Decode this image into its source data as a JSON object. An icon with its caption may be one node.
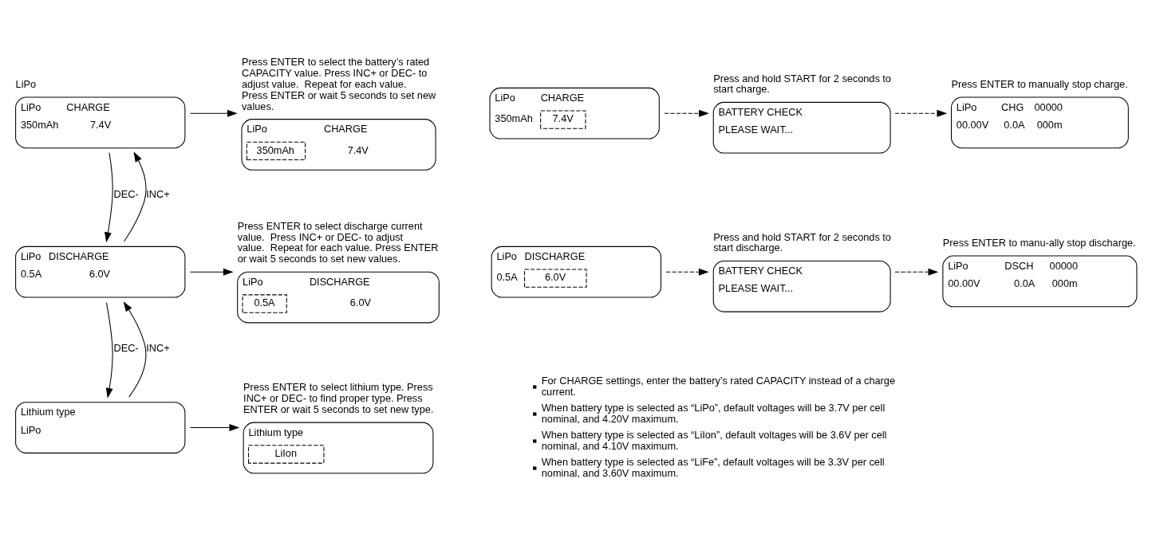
{
  "diagram": {
    "nodes": [
      {
        "text": [
          "LiPo",
          "CHARGE",
          "350mAh",
          "7.4V"
        ],
        "beside": [
          "LiPo"
        ]
      },
      {
        "text": [
          "LiPo",
          "CHARGE",
          "350mAh",
          "7.4V"
        ],
        "beside": [
          "Press ENTER to select the battery’s rated CAPACITY value. Press INC+ or DEC- to adjust value.  Repeat for each value. Press ENTER or wait 5 seconds to set new values."
        ]
      },
      {
        "text": [
          "LiPo",
          "CHARGE",
          "350mAh",
          "7.4V"
        ]
      },
      {
        "text": [
          "BATTERY CHECK",
          "PLEASE WAIT..."
        ],
        "beside": [
          "Press and hold START for 2 seconds to start charge."
        ]
      },
      {
        "text": [
          "LiPo",
          "CHG",
          "00000",
          "00.00V",
          "0.0A",
          "000m"
        ],
        "beside": [
          "Press ENTER to manually stop charge."
        ]
      },
      {
        "text": [
          "LiPo",
          "DISCHARGE",
          "0.5A",
          "6.0V"
        ]
      },
      {
        "text": [
          "LiPo",
          "DISCHARGE",
          "0.5A",
          "6.0V"
        ],
        "beside": [
          "Press ENTER to select discharge current value.  Press INC+ or DEC- to adjust value.  Repeat for each value. Press ENTER or wait 5 seconds to set new values."
        ]
      },
      {
        "text": [
          "LiPo",
          "DISCHARGE",
          "0.5A",
          "6.0V"
        ]
      },
      {
        "text": [
          "BATTERY CHECK",
          "PLEASE WAIT..."
        ],
        "beside": [
          "Press and hold START for 2 seconds to start discharge."
        ]
      },
      {
        "text": [
          "LiPo",
          "DSCH",
          "00000",
          "00.00V",
          "0.0A",
          "000m"
        ],
        "beside": [
          "Press ENTER to manu-ally stop discharge."
        ]
      },
      {
        "text": [
          "Lithium type",
          "LiPo"
        ]
      },
      {
        "text": [
          "Lithium type",
          "LiIon"
        ],
        "beside": [
          "Press ENTER to select lithium type. Press INC+ or DEC- to find proper type. Press ENTER or wait 5 seconds to set new type."
        ]
      }
    ],
    "edges": [
      {
        "from": 0,
        "to": 1,
        "arrow": "to"
      },
      {
        "from": 2,
        "to": 3,
        "arrow": "to",
        "style": "dashed"
      },
      {
        "from": 3,
        "to": 4,
        "arrow": "to",
        "style": "dashed"
      },
      {
        "from": 0,
        "to": 5,
        "arrow": "to",
        "label": "DEC-"
      },
      {
        "from": 5,
        "to": 0,
        "arrow": "to",
        "label": "INC+"
      },
      {
        "from": 5,
        "to": 6,
        "arrow": "to"
      },
      {
        "from": 7,
        "to": 8,
        "arrow": "to",
        "style": "dashed"
      },
      {
        "from": 8,
        "to": 9,
        "arrow": "to",
        "style": "dashed"
      },
      {
        "from": 5,
        "to": 10,
        "arrow": "to",
        "label": "DEC-"
      },
      {
        "from": 10,
        "to": 5,
        "arrow": "to",
        "label": "INC+"
      },
      {
        "from": 10,
        "to": 11,
        "arrow": "to"
      }
    ],
    "labels": [
      "For CHARGE settings, enter the battery’s rated CAPACITY instead of a charge current.",
      "When battery type is selected as “LiPo”, default voltages will be 3.7V per cell nominal, and 4.20V maximum.",
      "When battery type is selected as “LiIon”, default voltages will be 3.6V per cell nominal, and 4.10V maximum.",
      "When battery type is selected as “LiFe”, default voltages will be 3.3V per cell nominal, and 3.60V maximum."
    ]
  }
}
